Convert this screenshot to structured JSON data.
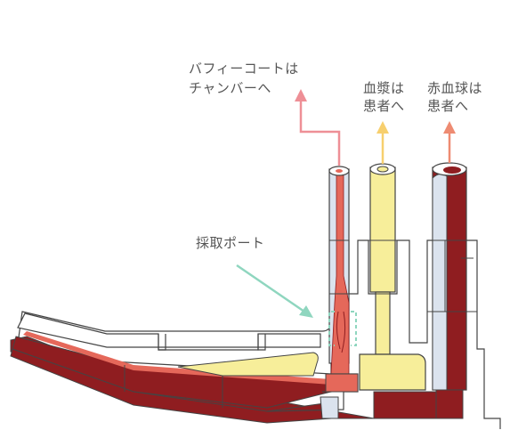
{
  "labels": {
    "buffy_coat_line1": "バフィーコートは",
    "buffy_coat_line2": "チャンバーへ",
    "plasma_line1": "血漿は",
    "plasma_line2": "患者へ",
    "rbc_line1": "赤血球は",
    "rbc_line2": "患者へ",
    "collection_port": "採取ポート"
  },
  "colors": {
    "red_blood_cells": "#8f1d20",
    "buffy_coat": "#e5685a",
    "plasma": "#f7ee9a",
    "plasma_arrow": "#f7cf6e",
    "buffy_arrow": "#ee8f96",
    "rbc_arrow": "#ee8b72",
    "port_arrow": "#8fd6bf",
    "outline": "#444444",
    "tube_wall": "#dbe3ee"
  }
}
